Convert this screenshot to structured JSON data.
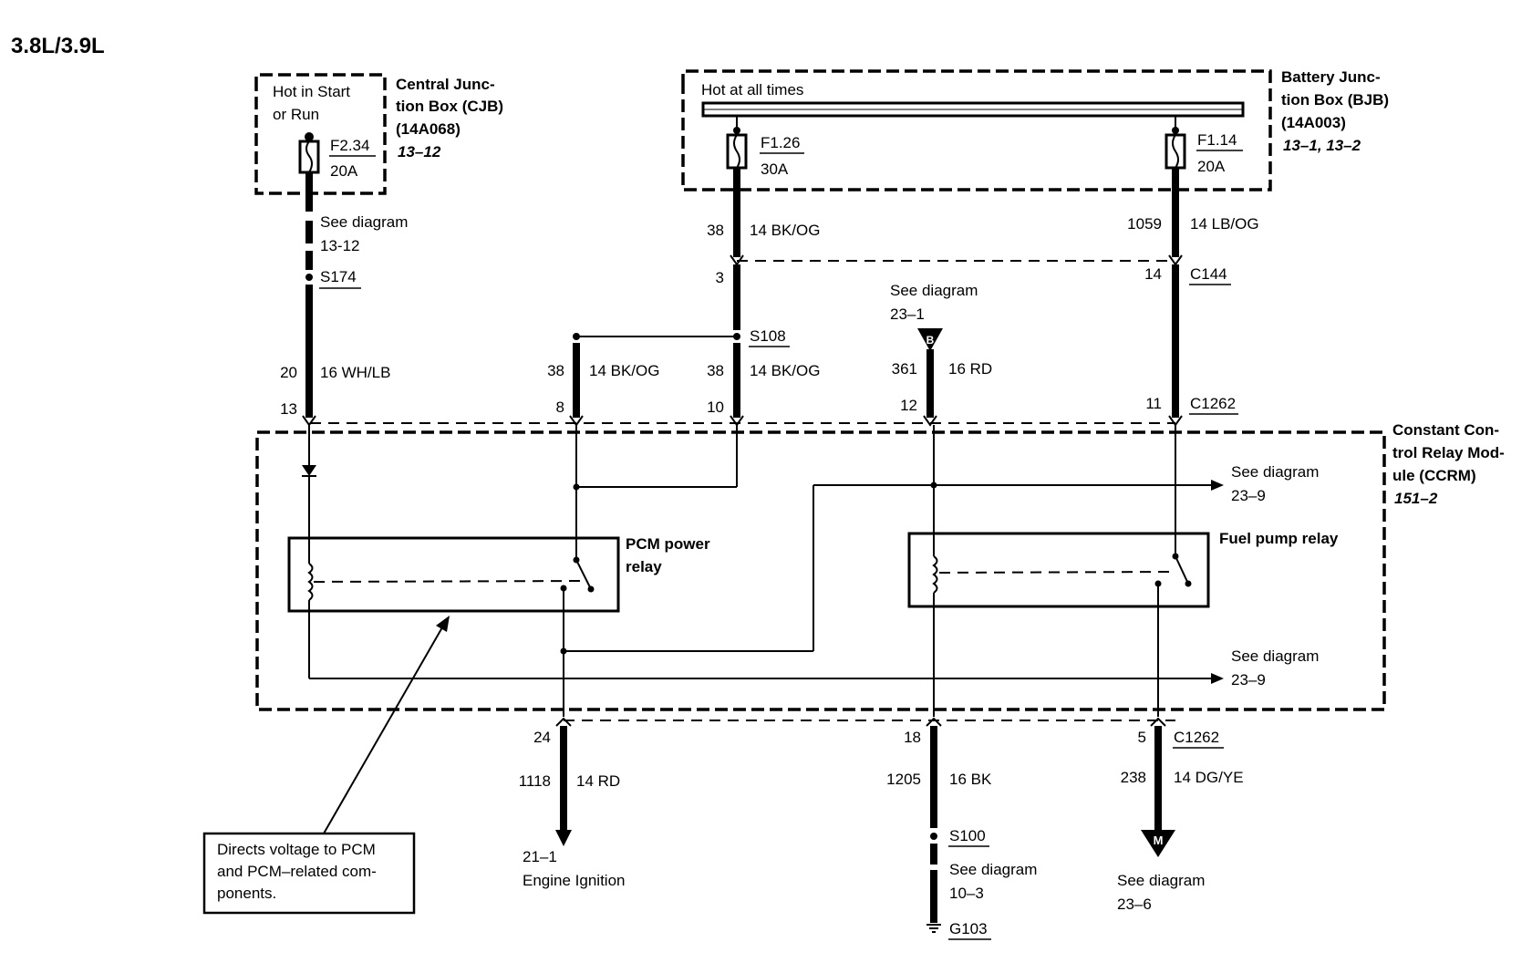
{
  "title": "3.8L/3.9L",
  "cjb": {
    "note": "Hot in Start",
    "note2": "or Run",
    "name1": "Central Junc-",
    "name2": "tion Box (CJB)",
    "part": "(14A068)",
    "ref": "13–12",
    "fuse_id": "F2.34",
    "fuse_rating": "20A"
  },
  "bjb": {
    "note": "Hot at all times",
    "name1": "Battery Junc-",
    "name2": "tion Box (BJB)",
    "part": "(14A003)",
    "ref": "13–1, 13–2",
    "fuse1_id": "F1.26",
    "fuse1_rating": "30A",
    "fuse2_id": "F1.14",
    "fuse2_rating": "20A"
  },
  "ccrm": {
    "name1": "Constant Con-",
    "name2": "trol Relay Mod-",
    "name3": "ule (CCRM)",
    "ref": "151–2",
    "pcm_relay1": "PCM power",
    "pcm_relay2": "relay",
    "fuel_relay": "Fuel pump relay",
    "see1a": "See diagram",
    "see1b": "23–9",
    "see2a": "See diagram",
    "see2b": "23–9"
  },
  "wires": {
    "w1": {
      "see": "See diagram",
      "ref": "13-12",
      "splice": "S174",
      "circuit": "20",
      "gauge": "16 WH/LB",
      "pin": "13"
    },
    "w2": {
      "circuit": "38",
      "gauge": "14 BK/OG",
      "pin": "8"
    },
    "w3": {
      "circuit_top": "38",
      "gauge_top": "14 BK/OG",
      "pin_c144": "3",
      "splice": "S108",
      "circuit": "38",
      "gauge": "14 BK/OG",
      "pin": "10"
    },
    "w4": {
      "see": "See diagram",
      "ref": "23–1",
      "marker": "B",
      "circuit": "361",
      "gauge": "16 RD",
      "pin": "12"
    },
    "w5": {
      "circuit": "1059",
      "gauge": "14 LB/OG",
      "pin_c144": "14",
      "connector_c144": "C144",
      "pin": "11",
      "connector": "C1262"
    },
    "w6": {
      "pin": "24",
      "circuit": "1118",
      "gauge": "14 RD",
      "dest1": "21–1",
      "dest2": "Engine Ignition"
    },
    "w7": {
      "pin": "18",
      "circuit": "1205",
      "gauge": "16 BK",
      "splice": "S100",
      "see": "See diagram",
      "ref": "10–3",
      "ground": "G103"
    },
    "w8": {
      "pin": "5",
      "connector": "C1262",
      "circuit": "238",
      "gauge": "14 DG/YE",
      "marker": "M",
      "see": "See diagram",
      "ref": "23–6"
    }
  },
  "callout": {
    "line1": "Directs voltage to PCM",
    "line2": "and PCM–related com-",
    "line3": "ponents."
  }
}
